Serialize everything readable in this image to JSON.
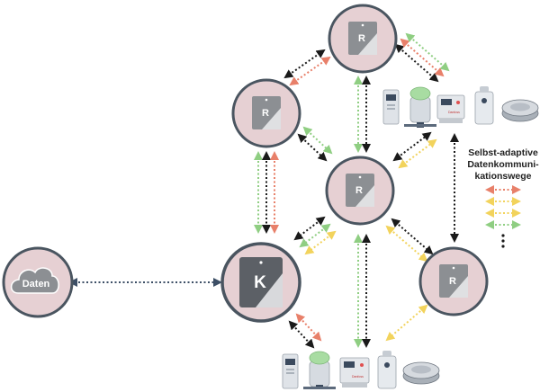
{
  "cloud": {
    "label": "Daten"
  },
  "controller": {
    "label": "K"
  },
  "repeaters": [
    {
      "id": "r-top",
      "label": "R"
    },
    {
      "id": "r-upper-left",
      "label": "R"
    },
    {
      "id": "r-center",
      "label": "R"
    },
    {
      "id": "r-right",
      "label": "R"
    }
  ],
  "device_brand_label": "Danfoss",
  "legend": {
    "title_lines": [
      "Selbst-adaptive",
      "Datenkommuni-",
      "kationswege"
    ],
    "path_colors": [
      "#e8806a",
      "#f2d35c",
      "#f2d35c",
      "#8fce82"
    ],
    "more_indicator": "⋮"
  },
  "colors": {
    "ring_fill": "#e6d0d3",
    "ring_stroke": "#4a5560",
    "repeater_gray": "#8c8f93",
    "controller_gray": "#5c6066",
    "link_black": "#1a1a1a",
    "link_red": "#e8806a",
    "link_green": "#8fce82",
    "link_yellow": "#f2d35c",
    "link_navy": "#3d4f66"
  }
}
